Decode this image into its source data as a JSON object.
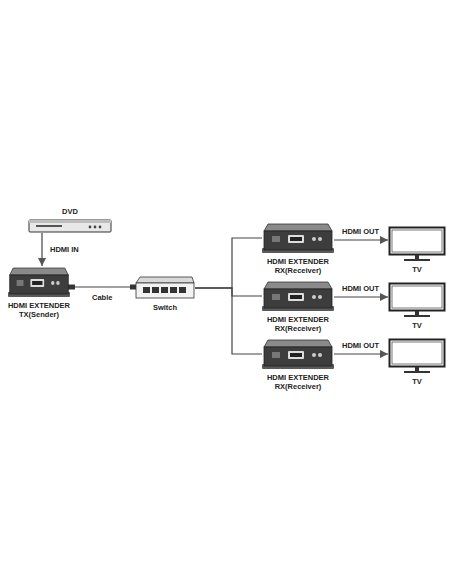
{
  "diagram": {
    "nodes": [
      {
        "text": [
          "DVD"
        ]
      },
      {
        "text": [
          "HDMI EXTENDER TX(Sender)"
        ]
      },
      {
        "text": [
          "Switch"
        ]
      },
      {
        "text": [
          "HDMI EXTENDER RX(Receiver)"
        ]
      },
      {
        "text": [
          "TV"
        ]
      },
      {
        "text": [
          "HDMI EXTENDER RX(Receiver)"
        ]
      },
      {
        "text": [
          "TV"
        ]
      },
      {
        "text": [
          "HDMI EXTENDER RX(Receiver)"
        ]
      },
      {
        "text": [
          "TV"
        ]
      }
    ],
    "edges": [
      {
        "from": 0,
        "to": 1,
        "label": "HDMI IN",
        "arrow": "to"
      },
      {
        "from": 1,
        "to": 2,
        "label": "Cable",
        "arrow": "none"
      },
      {
        "from": 2,
        "to": 3,
        "arrow": "none"
      },
      {
        "from": 2,
        "to": 5,
        "arrow": "none"
      },
      {
        "from": 2,
        "to": 7,
        "arrow": "none"
      },
      {
        "from": 3,
        "to": 4,
        "label": "HDMI OUT",
        "arrow": "to"
      },
      {
        "from": 5,
        "to": 6,
        "label": "HDMI OUT",
        "arrow": "to"
      },
      {
        "from": 7,
        "to": 8,
        "label": "HDMI OUT",
        "arrow": "to"
      }
    ]
  }
}
